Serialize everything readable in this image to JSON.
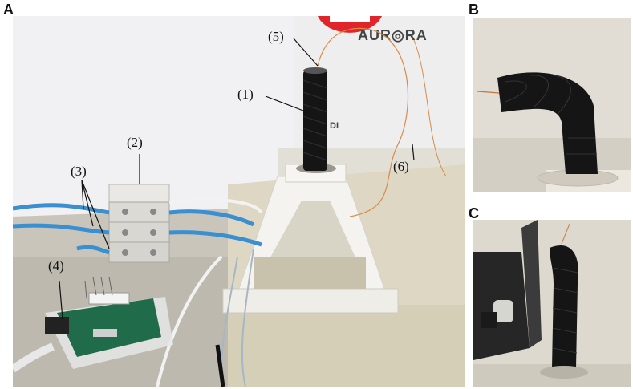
{
  "panels": {
    "a": {
      "letter": "A"
    },
    "b": {
      "letter": "B"
    },
    "c": {
      "letter": "C"
    }
  },
  "callouts": {
    "c1": "(1)",
    "c2": "(2)",
    "c3": "(3)",
    "c4": "(4)",
    "c5": "(5)",
    "c6": "(6)"
  },
  "device_logo": "AUR◎RA",
  "device_logo_fragment": "DI",
  "colors": {
    "wall": "#dcdad4",
    "desk": "#c9c4b8",
    "sleeve": "#151515",
    "stand": "#f4f3ef",
    "cable": "#3a8fd0",
    "board": "#1f6b4a",
    "logo_red": "#e0242a"
  }
}
